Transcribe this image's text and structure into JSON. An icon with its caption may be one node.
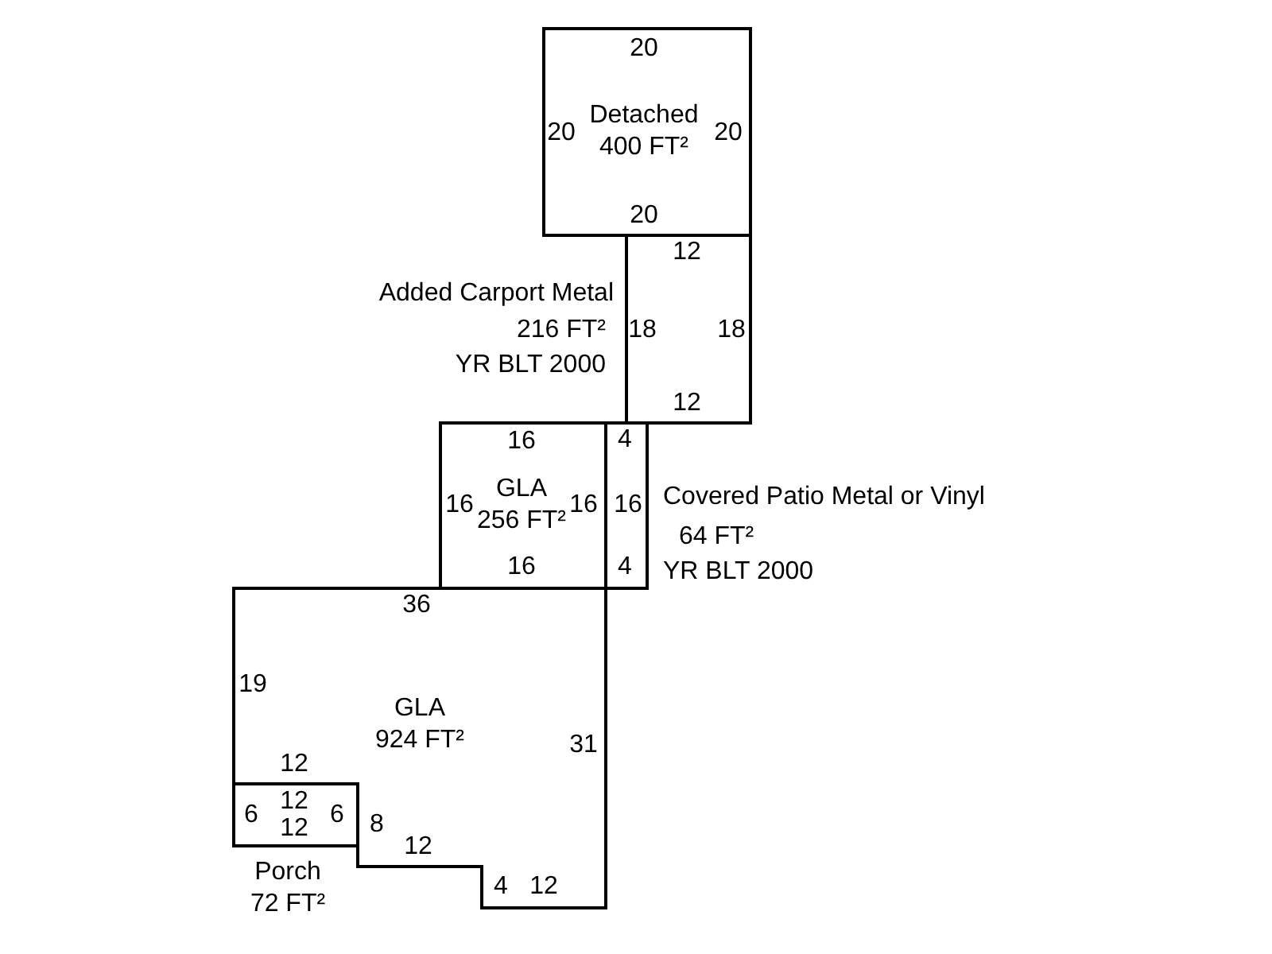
{
  "diagram": {
    "nodes": [
      {
        "text": [
          "Detached 400 FT²"
        ]
      },
      {
        "text": [],
        "shape": "box",
        "beside": [
          "Added Carport Metal",
          "216 FT²",
          "YR BLT 2000"
        ]
      },
      {
        "text": [
          "GLA 256 FT²"
        ]
      },
      {
        "text": [],
        "shape": "box",
        "beside": [
          "Covered Patio Metal or Vinyl",
          "64 FT²",
          "YR BLT 2000"
        ]
      },
      {
        "text": [
          "GLA 924 FT²"
        ]
      },
      {
        "text": [],
        "shape": "box",
        "beside": [
          "Porch 72 FT²"
        ]
      }
    ],
    "edges": [],
    "labels": [
      "20",
      "20",
      "20",
      "20",
      "12",
      "18",
      "18",
      "12",
      "16",
      "4",
      "16",
      "16",
      "16",
      "16",
      "4",
      "36",
      "19",
      "31",
      "12",
      "6",
      "12",
      "12",
      "6",
      "8",
      "12",
      "4",
      "12"
    ]
  }
}
